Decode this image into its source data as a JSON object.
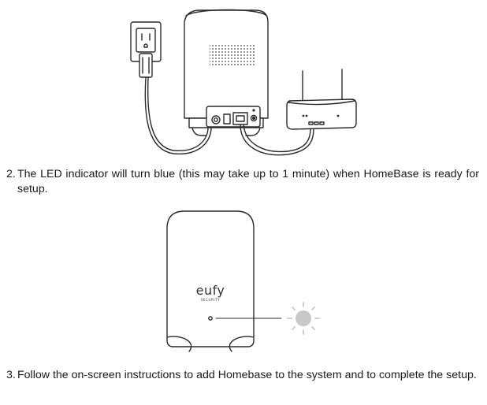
{
  "steps": [
    {
      "number": "2.",
      "text": "The LED indicator will turn blue (this may take up to 1 minute) when HomeBase is ready for setup."
    },
    {
      "number": "3.",
      "text": "Follow the on-screen instructions to add Homebase to the system and to complete the setup."
    }
  ],
  "device": {
    "brand": "eufy",
    "sub_brand": "SECURITY"
  },
  "colors": {
    "line": "#2a2a2a",
    "led_glow": "#c8c8c8"
  }
}
